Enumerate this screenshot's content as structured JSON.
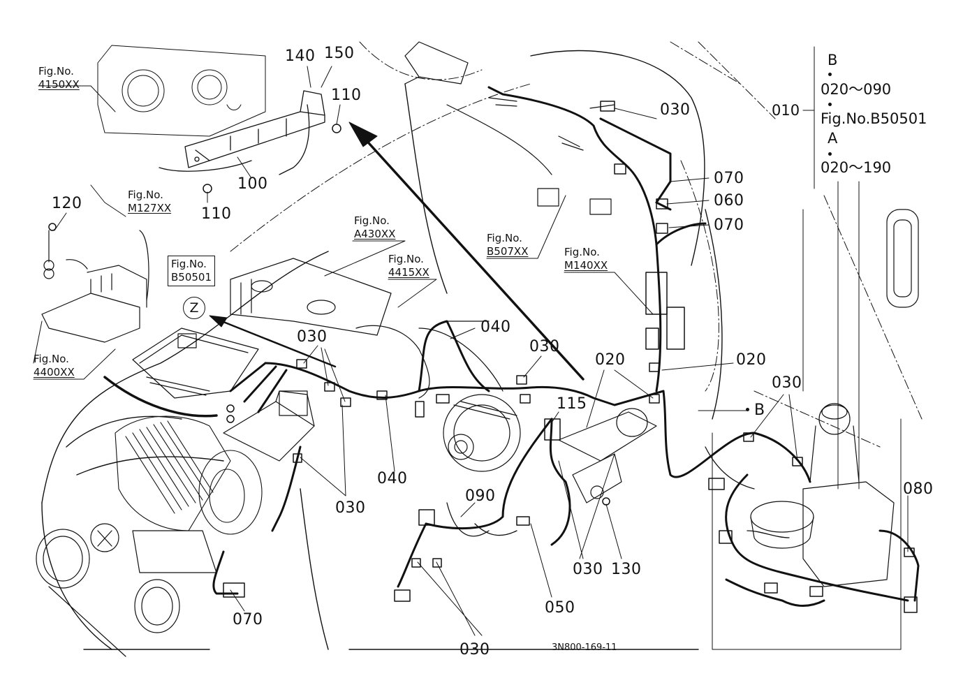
{
  "part_labels": {
    "p140": "140",
    "p150": "150",
    "p110_top": "110",
    "p110_bottom": "110",
    "p100": "100",
    "p120": "120",
    "p030_topright": "030",
    "p070_a": "070",
    "p060": "060",
    "p070_b": "070",
    "p040_top": "040",
    "p030_left": "030",
    "p030_mid": "030",
    "p020_a": "020",
    "p020_b": "020",
    "p030_right": "030",
    "p115": "115",
    "p040_bottom": "040",
    "p030_lower_left": "030",
    "p090": "090",
    "p080": "080",
    "p030_bottom_mid": "030",
    "p130": "130",
    "p050": "050",
    "p070_bottom": "070",
    "p030_bottom": "030"
  },
  "fig_refs": {
    "f4150": {
      "line1": "Fig.No.",
      "line2": "4150XX"
    },
    "fM127": {
      "line1": "Fig.No.",
      "line2": "M127XX"
    },
    "fA430": {
      "line1": "Fig.No.",
      "line2": "A430XX"
    },
    "f4415": {
      "line1": "Fig.No.",
      "line2": "4415XX"
    },
    "fB507": {
      "line1": "Fig.No.",
      "line2": "B507XX"
    },
    "fM140": {
      "line1": "Fig.No.",
      "line2": "M140XX"
    },
    "f4400": {
      "line1": "Fig.No.",
      "line2": "4400XX"
    },
    "fB50501": {
      "line1": "Fig.No.",
      "line2": "B50501"
    }
  },
  "view_marker": "Z",
  "connector_marker": "B",
  "legend": {
    "code": "010",
    "line_b": "B",
    "range_b": "020～090",
    "fig": "Fig.No.B50501",
    "line_a": "A",
    "range_a": "020～190"
  },
  "drawing_code": "3N800-169-11"
}
